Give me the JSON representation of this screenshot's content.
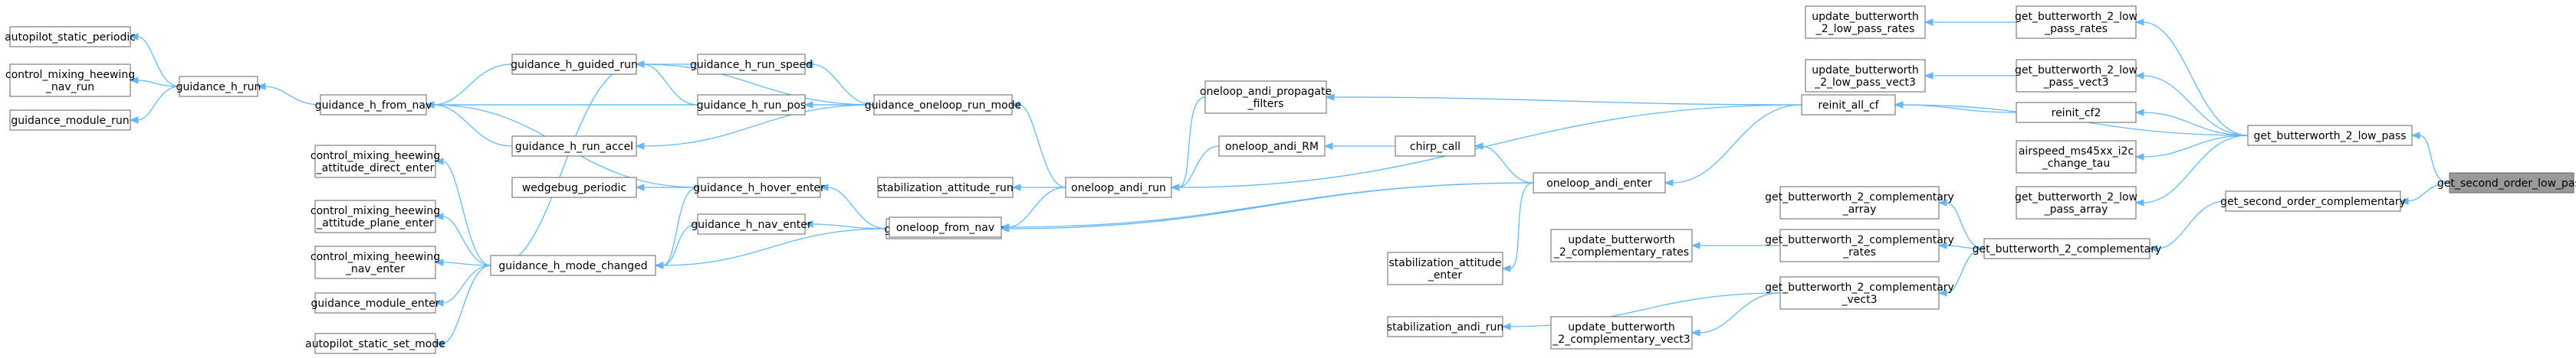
{
  "graph": {
    "nodes": {
      "autopilot_static_periodic": [
        "autopilot_static_periodic"
      ],
      "control_mixing_heewing_nav_run": [
        "control_mixing_heewing",
        "_nav_run"
      ],
      "guidance_module_run": [
        "guidance_module_run"
      ],
      "guidance_h_run": [
        "guidance_h_run"
      ],
      "guidance_h_from_nav": [
        "guidance_h_from_nav"
      ],
      "guidance_h_guided_run": [
        "guidance_h_guided_run"
      ],
      "guidance_h_run_speed": [
        "guidance_h_run_speed"
      ],
      "guidance_h_run_pos": [
        "guidance_h_run_pos"
      ],
      "guidance_h_run_accel": [
        "guidance_h_run_accel"
      ],
      "guidance_oneloop_run_mode": [
        "guidance_oneloop_run_mode"
      ],
      "control_mixing_heewing_attitude_direct_enter": [
        "control_mixing_heewing",
        "_attitude_direct_enter"
      ],
      "wedgebug_periodic": [
        "wedgebug_periodic"
      ],
      "control_mixing_heewing_attitude_plane_enter": [
        "control_mixing_heewing",
        "_attitude_plane_enter"
      ],
      "control_mixing_heewing_nav_enter": [
        "control_mixing_heewing",
        "_nav_enter"
      ],
      "guidance_module_enter": [
        "guidance_module_enter"
      ],
      "autopilot_static_set_mode": [
        "autopilot_static_set_mode"
      ],
      "guidance_h_hover_enter": [
        "guidance_h_hover_enter"
      ],
      "guidance_h_nav_enter": [
        "guidance_h_nav_enter"
      ],
      "guidance_h_mode_changed": [
        "guidance_h_mode_changed"
      ],
      "guidance_h_run_enter": [
        "guidance_h_run_enter"
      ],
      "stabilization_attitude_run": [
        "stabilization_attitude_run"
      ],
      "oneloop_from_nav": [
        "oneloop_from_nav"
      ],
      "oneloop_andi_run": [
        "oneloop_andi_run"
      ],
      "oneloop_andi_propagate_filters": [
        "oneloop_andi_propagate",
        "_filters"
      ],
      "oneloop_andi_RM": [
        "oneloop_andi_RM"
      ],
      "chirp_call": [
        "chirp_call"
      ],
      "oneloop_andi_enter": [
        "oneloop_andi_enter"
      ],
      "stabilization_attitude_enter": [
        "stabilization_attitude",
        "_enter"
      ],
      "update_butterworth_2_complementary_rates": [
        "update_butterworth",
        "_2_complementary_rates"
      ],
      "stabilization_andi_run": [
        "stabilization_andi_run"
      ],
      "update_butterworth_2_complementary_vect3": [
        "update_butterworth",
        "_2_complementary_vect3"
      ],
      "get_butterworth_2_complementary_array": [
        "get_butterworth_2_complementary",
        "_array"
      ],
      "get_butterworth_2_complementary_rates": [
        "get_butterworth_2_complementary",
        "_rates"
      ],
      "get_butterworth_2_complementary_vect3": [
        "get_butterworth_2_complementary",
        "_vect3"
      ],
      "get_butterworth_2_complementary": [
        "get_butterworth_2_complementary"
      ],
      "reinit_all_cf": [
        "reinit_all_cf"
      ],
      "update_butterworth_2_low_pass_rates": [
        "update_butterworth",
        "_2_low_pass_rates"
      ],
      "update_butterworth_2_low_pass_vect3": [
        "update_butterworth",
        "_2_low_pass_vect3"
      ],
      "get_butterworth_2_low_pass_rates": [
        "get_butterworth_2_low",
        "_pass_rates"
      ],
      "get_butterworth_2_low_pass_vect3": [
        "get_butterworth_2_low",
        "_pass_vect3"
      ],
      "reinit_cf2": [
        "reinit_cf2"
      ],
      "airspeed_ms45xx_i2c_change_tau": [
        "airspeed_ms45xx_i2c",
        "_change_tau"
      ],
      "get_butterworth_2_low_pass_array": [
        "get_butterworth_2_low",
        "_pass_array"
      ],
      "get_butterworth_2_low_pass": [
        "get_butterworth_2_low_pass"
      ],
      "get_second_order_complementary": [
        "get_second_order_complementary"
      ],
      "get_second_order_low_pass": [
        "get_second_order_low_pass"
      ]
    },
    "edges": [
      [
        "autopilot_static_periodic",
        "guidance_h_run"
      ],
      [
        "control_mixing_heewing_nav_run",
        "guidance_h_run"
      ],
      [
        "guidance_module_run",
        "guidance_h_run"
      ],
      [
        "guidance_h_run",
        "guidance_h_from_nav"
      ],
      [
        "guidance_h_from_nav",
        "guidance_h_guided_run"
      ],
      [
        "guidance_h_from_nav",
        "guidance_h_run_pos"
      ],
      [
        "guidance_h_from_nav",
        "guidance_h_run_accel"
      ],
      [
        "guidance_h_from_nav",
        "guidance_oneloop_run_mode"
      ],
      [
        "guidance_h_from_nav",
        "guidance_h_hover_enter"
      ],
      [
        "guidance_h_guided_run",
        "guidance_h_run_speed"
      ],
      [
        "guidance_h_guided_run",
        "guidance_h_run_pos"
      ],
      [
        "guidance_h_guided_run",
        "guidance_oneloop_run_mode"
      ],
      [
        "guidance_h_run_speed",
        "guidance_oneloop_run_mode"
      ],
      [
        "guidance_h_run_pos",
        "guidance_oneloop_run_mode"
      ],
      [
        "guidance_h_run_accel",
        "guidance_oneloop_run_mode"
      ],
      [
        "guidance_oneloop_run_mode",
        "oneloop_andi_run"
      ],
      [
        "control_mixing_heewing_attitude_direct_enter",
        "guidance_h_mode_changed"
      ],
      [
        "wedgebug_periodic",
        "guidance_h_hover_enter"
      ],
      [
        "control_mixing_heewing_attitude_plane_enter",
        "guidance_h_mode_changed"
      ],
      [
        "control_mixing_heewing_nav_enter",
        "guidance_h_mode_changed"
      ],
      [
        "guidance_module_enter",
        "guidance_h_mode_changed"
      ],
      [
        "autopilot_static_set_mode",
        "guidance_h_mode_changed"
      ],
      [
        "guidance_h_mode_changed",
        "guidance_h_guided_run"
      ],
      [
        "guidance_h_mode_changed",
        "guidance_h_hover_enter"
      ],
      [
        "guidance_h_mode_changed",
        "guidance_h_nav_enter"
      ],
      [
        "guidance_h_mode_changed",
        "guidance_h_run_enter"
      ],
      [
        "guidance_h_hover_enter",
        "guidance_h_run_enter"
      ],
      [
        "guidance_h_nav_enter",
        "guidance_h_run_enter"
      ],
      [
        "guidance_h_run_enter",
        "oneloop_andi_enter"
      ],
      [
        "stabilization_attitude_run",
        "oneloop_andi_run"
      ],
      [
        "oneloop_from_nav",
        "oneloop_andi_run"
      ],
      [
        "oneloop_from_nav",
        "oneloop_andi_enter"
      ],
      [
        "oneloop_andi_run",
        "oneloop_andi_propagate_filters"
      ],
      [
        "oneloop_andi_run",
        "oneloop_andi_RM"
      ],
      [
        "oneloop_andi_run",
        "reinit_all_cf"
      ],
      [
        "oneloop_andi_propagate_filters",
        "reinit_all_cf"
      ],
      [
        "oneloop_andi_RM",
        "chirp_call"
      ],
      [
        "chirp_call",
        "oneloop_andi_enter"
      ],
      [
        "stabilization_attitude_enter",
        "oneloop_andi_enter"
      ],
      [
        "oneloop_andi_enter",
        "reinit_all_cf"
      ],
      [
        "update_butterworth_2_complementary_rates",
        "get_butterworth_2_complementary_rates"
      ],
      [
        "stabilization_andi_run",
        "get_butterworth_2_complementary_vect3"
      ],
      [
        "update_butterworth_2_complementary_vect3",
        "get_butterworth_2_complementary_vect3"
      ],
      [
        "get_butterworth_2_complementary_array",
        "get_butterworth_2_complementary"
      ],
      [
        "get_butterworth_2_complementary_rates",
        "get_butterworth_2_complementary"
      ],
      [
        "get_butterworth_2_complementary_vect3",
        "get_butterworth_2_complementary"
      ],
      [
        "get_butterworth_2_complementary",
        "get_second_order_complementary"
      ],
      [
        "reinit_all_cf",
        "reinit_cf2"
      ],
      [
        "reinit_all_cf",
        "get_butterworth_2_low_pass"
      ],
      [
        "update_butterworth_2_low_pass_rates",
        "get_butterworth_2_low_pass_rates"
      ],
      [
        "update_butterworth_2_low_pass_vect3",
        "get_butterworth_2_low_pass_vect3"
      ],
      [
        "get_butterworth_2_low_pass_rates",
        "get_butterworth_2_low_pass"
      ],
      [
        "get_butterworth_2_low_pass_vect3",
        "get_butterworth_2_low_pass"
      ],
      [
        "reinit_cf2",
        "get_butterworth_2_low_pass"
      ],
      [
        "airspeed_ms45xx_i2c_change_tau",
        "get_butterworth_2_low_pass"
      ],
      [
        "get_butterworth_2_low_pass_array",
        "get_butterworth_2_low_pass"
      ],
      [
        "get_butterworth_2_low_pass",
        "get_second_order_low_pass"
      ],
      [
        "get_second_order_complementary",
        "get_second_order_low_pass"
      ]
    ]
  }
}
